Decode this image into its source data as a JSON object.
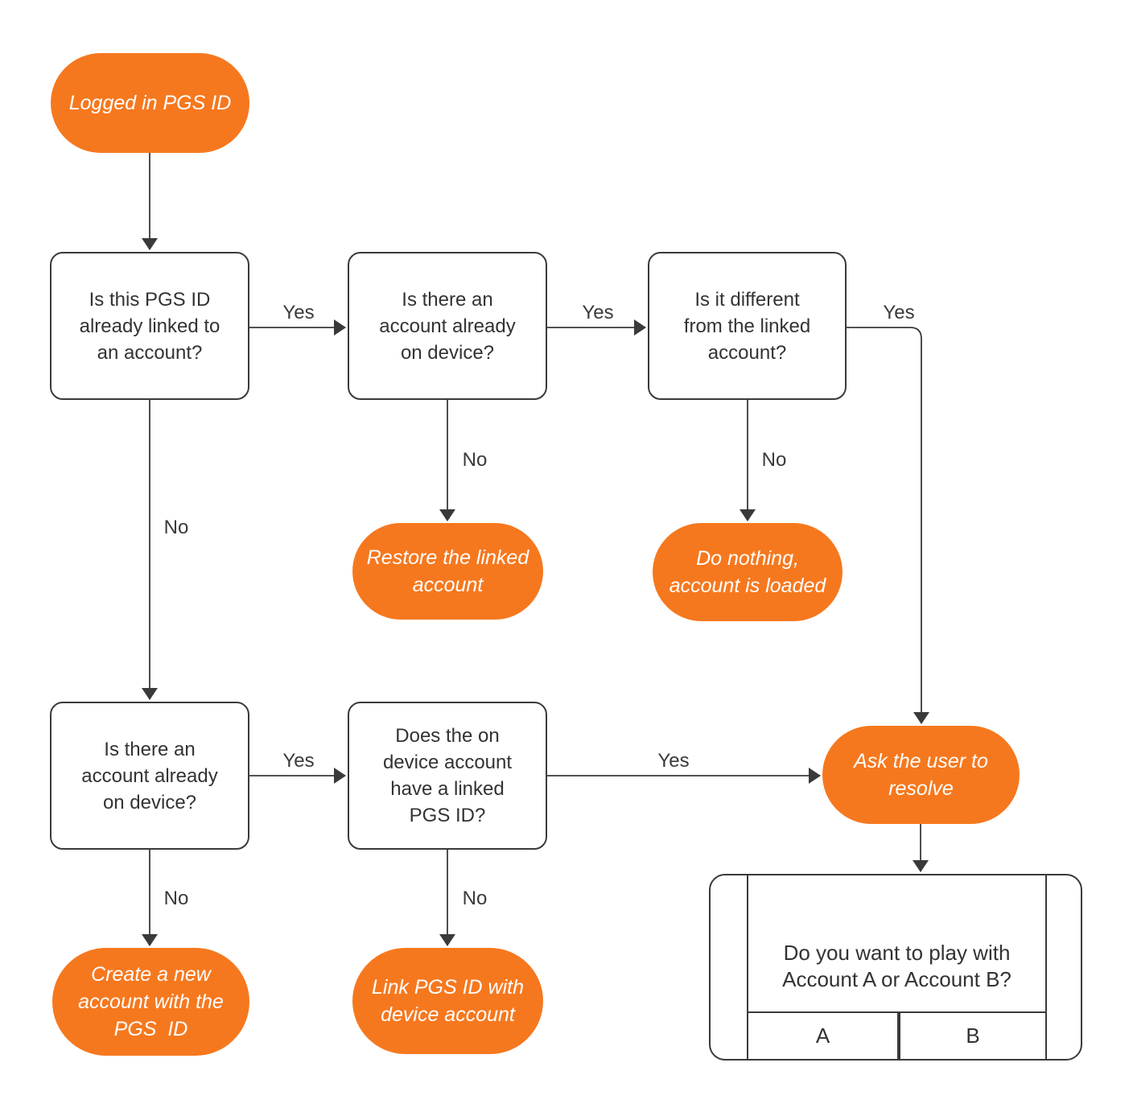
{
  "colors": {
    "accent_orange": "#f6781e",
    "line_gray": "#3a3a3a",
    "box_text": "#333333",
    "terminal_text": "#ffffff"
  },
  "nodes": {
    "start": "Logged in PGS ID",
    "q_pgs_linked": "Is this PGS ID\nalready linked to\nan account?",
    "q_account_on_device_top": "Is there an\naccount already\non device?",
    "q_different_from_linked": "Is it different\nfrom the linked\naccount?",
    "out_restore_linked": "Restore the linked\naccount",
    "out_do_nothing": "Do nothing,\naccount is loaded",
    "q_account_on_device_bottom": "Is there an\naccount already\non device?",
    "q_device_account_has_pgs": "Does the on\ndevice account\nhave a linked\nPGS ID?",
    "out_ask_user_resolve": "Ask the user to\nresolve",
    "out_create_new_account": "Create a new\naccount with the\nPGS  ID",
    "out_link_pgs_device": "Link PGS ID with\ndevice account"
  },
  "edge_labels": {
    "yes_pgs_linked": "Yes",
    "yes_account_on_device_top": "Yes",
    "yes_different_from_linked": "Yes",
    "no_account_on_device_top": "No",
    "no_different_from_linked": "No",
    "no_pgs_linked": "No",
    "yes_account_on_device_bottom": "Yes",
    "yes_device_account_has_pgs": "Yes",
    "no_account_on_device_bottom": "No",
    "no_device_account_has_pgs": "No"
  },
  "dialog": {
    "message": "Do you want to play with\nAccount A or Account B?",
    "button_a": "A",
    "button_b": "B"
  }
}
